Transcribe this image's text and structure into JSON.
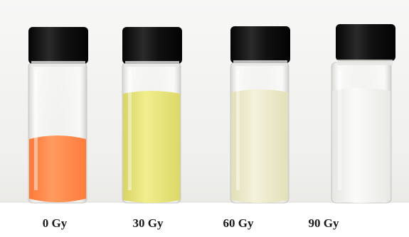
{
  "vials": [
    {
      "label": "0 Gy",
      "liquid_color": "#ff8a4a",
      "fill": "partial"
    },
    {
      "label": "30 Gy",
      "liquid_color": "#e8e47a",
      "fill": "full"
    },
    {
      "label": "60 Gy",
      "liquid_color": "#ece9c8",
      "fill": "full"
    },
    {
      "label": "90 Gy",
      "liquid_color": "#f1f2ee",
      "fill": "full"
    }
  ],
  "colors": {
    "cap": "#141414",
    "background": "#f2f2f0",
    "table": "#e4e3df"
  }
}
